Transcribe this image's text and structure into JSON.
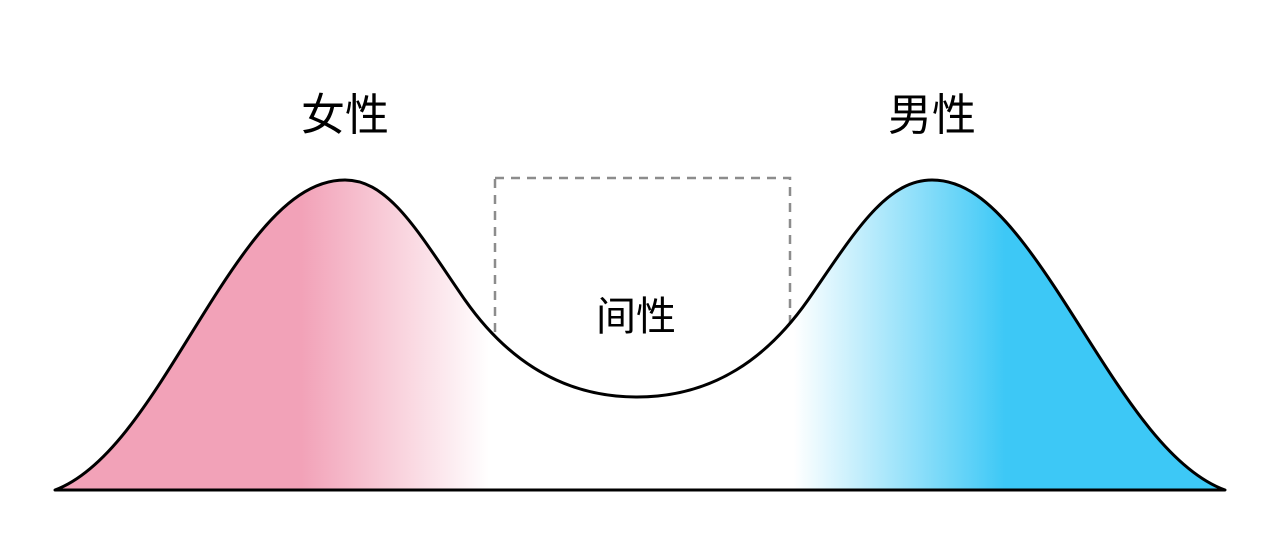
{
  "diagram": {
    "name": "sex-spectrum-bimodal-distribution",
    "labels": {
      "female": "女性",
      "male": "男性",
      "intersex": "间性"
    },
    "colors": {
      "female_pink": "#F2A2B8",
      "male_blue": "#3DC8F6",
      "white": "#FFFFFF",
      "curve_stroke": "#000000",
      "dashed_box": "#8C8C8C",
      "background": "#FFFFFF"
    }
  },
  "chart_data": {
    "type": "area",
    "title": "",
    "description": "Bimodal distribution: left peak labeled 女性 (pink gradient fill), right peak labeled 男性 (blue gradient fill), central valley labeled 间性 outlined with a gray dashed rectangle",
    "series": [
      {
        "name": "女性",
        "peak_position_fraction": 0.27,
        "fill": "pink fading to white toward center"
      },
      {
        "name": "男性",
        "peak_position_fraction": 0.73,
        "fill": "white fading to blue toward right"
      }
    ],
    "annotations": [
      "间性 valley region marked by dashed rectangle spanning the central dip"
    ],
    "axes": "none (no axis labels, ticks, or gridlines; single baseline at bottom)"
  }
}
